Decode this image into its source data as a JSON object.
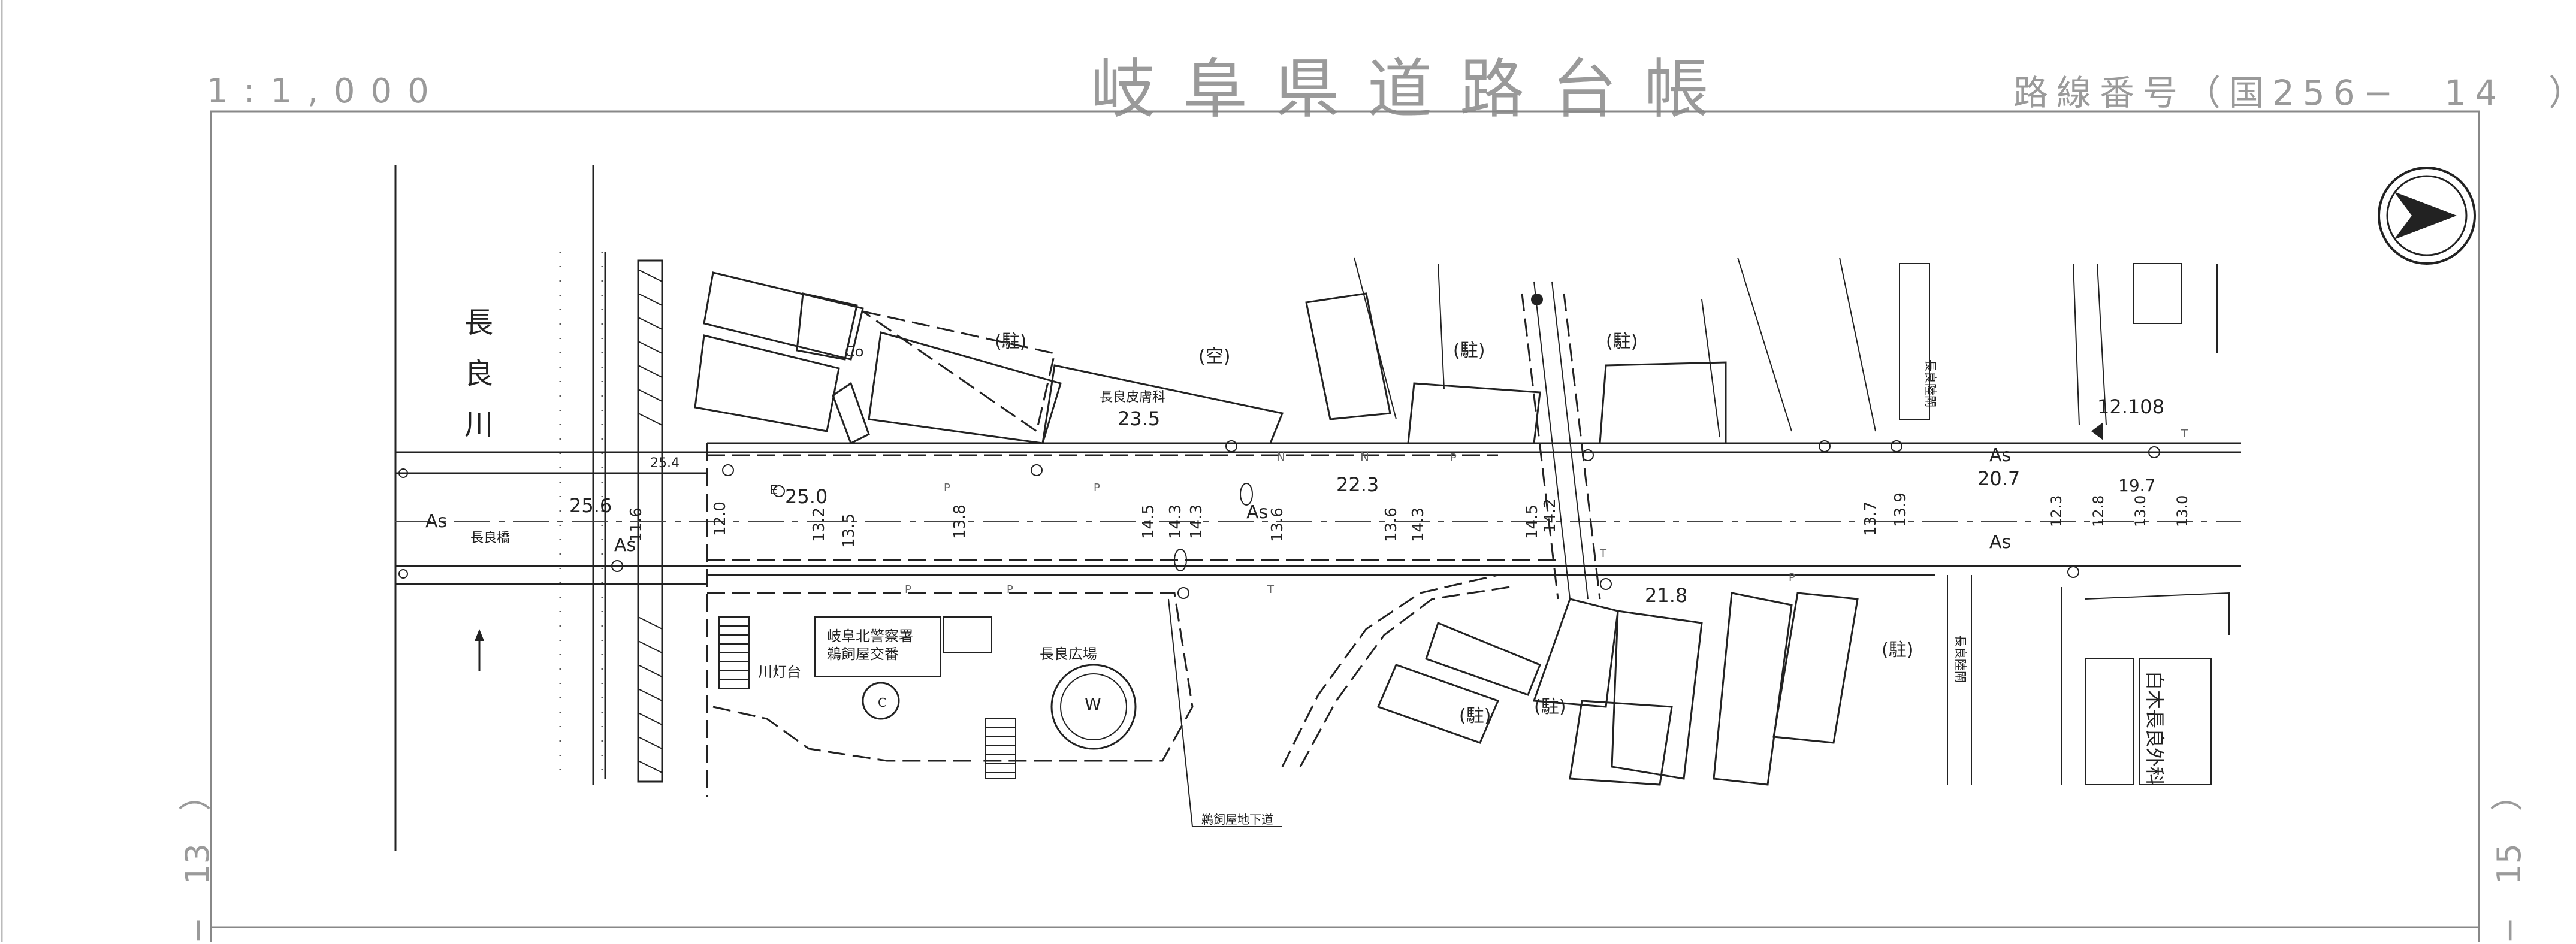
{
  "header": {
    "scale": "1:1,000",
    "title": "岐阜県道路台帳",
    "route_number": "路線番号（国256−　14　）"
  },
  "side_refs": {
    "left": "−　13　）",
    "right": "−　15　）"
  },
  "colors": {
    "ink": "#222222",
    "frame": "#888888",
    "header_gray": "#9a9a9a",
    "background": "#ffffff"
  },
  "icons": [
    "north-arrow-icon"
  ],
  "map": {
    "river": "長良川",
    "bridge": "長良橋",
    "surface_labels": [
      "As",
      "As",
      "As",
      "As",
      "As"
    ],
    "elevations": [
      "25.4",
      "25.6",
      "25.0",
      "23.5",
      "22.3",
      "21.8",
      "20.7",
      "19.7",
      "12.108"
    ],
    "widths": [
      "11.6",
      "12.0",
      "13.2",
      "13.5",
      "13.8",
      "14.5",
      "14.3",
      "14.3",
      "13.6",
      "13.6",
      "14.3",
      "14.5",
      "14.2",
      "13.7",
      "13.9",
      "12.3",
      "12.8",
      "13.0",
      "13.0"
    ],
    "parking_labels": [
      "(駐)",
      "(空)",
      "(駐)",
      "(駐)",
      "(駐)",
      "(駐)",
      "(駐)"
    ],
    "facility_labels": [
      "長良皮膚科",
      "岐阜北警察署",
      "鵜飼屋交番",
      "川灯台",
      "長良広場",
      "鵜飼屋地下道",
      "長良陸閘",
      "長良陸閘",
      "白木長良外科"
    ],
    "marks": [
      "P",
      "N",
      "T",
      "C",
      "W",
      "Co",
      "E"
    ]
  }
}
